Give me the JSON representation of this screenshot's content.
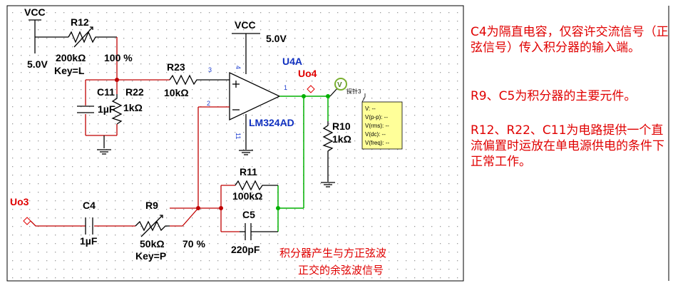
{
  "schematic": {
    "vcc_left": {
      "name": "VCC",
      "voltage": "5.0V"
    },
    "vcc_top": {
      "name": "VCC",
      "voltage": "5.0V"
    },
    "r12": {
      "ref": "R12",
      "value": "200kΩ",
      "percent": "100 %",
      "key": "Key=L"
    },
    "r23": {
      "ref": "R23",
      "value": "10kΩ"
    },
    "c11": {
      "ref": "C11",
      "value": "1µF"
    },
    "r22": {
      "ref": "R22",
      "value": "1kΩ"
    },
    "opamp": {
      "ref": "U4A",
      "part": "LM324AD",
      "pin_plus": "3",
      "pin_minus": "2",
      "pin_out": "1",
      "pin_vcc": "4",
      "pin_gnd": "11"
    },
    "uo4": "Uo4",
    "uo3": "Uo3",
    "probe": {
      "label": "探针3",
      "lines": [
        "V: --",
        "V(p-p): --",
        "V(rms): --",
        "V(dc): --",
        "V(freq): --"
      ]
    },
    "r10": {
      "ref": "R10",
      "value": "1kΩ"
    },
    "r11": {
      "ref": "R11",
      "value": "100kΩ"
    },
    "c5": {
      "ref": "C5",
      "value": "220pF"
    },
    "c4": {
      "ref": "C4",
      "value": "1µF"
    },
    "r9": {
      "ref": "R9",
      "value": "50kΩ",
      "percent": "70 %",
      "key": "Key=P"
    },
    "caption_line1": "积分器产生与方正弦波",
    "caption_line2": "正交的余弦波信号"
  },
  "notes": {
    "note1": "C4为隔直电容，仅容许交流信号（正弦信号）传入积分器的输入端。",
    "note2": "R9、C5为积分器的主要元件。",
    "note3": "R12、R22、C11为电路提供一个直流偏置时运放在单电源供电的条件下正常工作。"
  },
  "colors": {
    "wire": "#c00000",
    "wire_out": "#00b000",
    "label_blue": "#1030c0",
    "note_red": "#e00000",
    "probe_box": "#ffff99"
  }
}
